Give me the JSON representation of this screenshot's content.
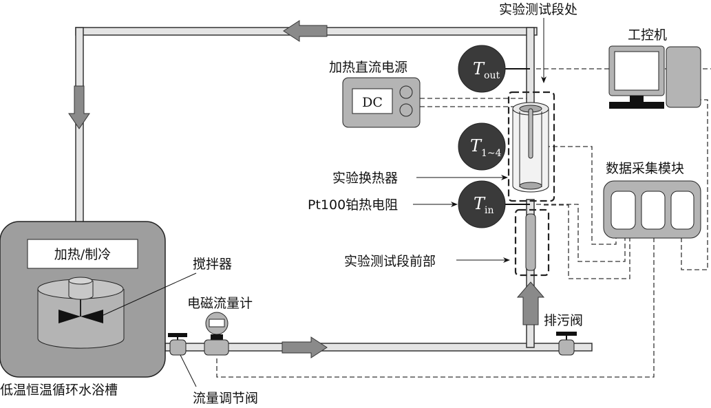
{
  "labels": {
    "test_section": "实验测试段处",
    "dc_power": "加热直流电源",
    "dc_screen": "DC",
    "computer": "工控机",
    "daq": "数据采集模块",
    "heat_exchanger": "实验换热器",
    "pt100": "Pt100铂热电阻",
    "pre_section": "实验测试段前部",
    "heat_cool": "加热/制冷",
    "stirrer": "搅拌器",
    "flowmeter": "电磁流量计",
    "drain_valve": "排污阀",
    "bath": "低温恒温循环水浴槽",
    "flow_valve": "流量调节阀"
  },
  "sensors": {
    "t_out": {
      "main": "T",
      "sub": "out"
    },
    "t_mid": {
      "main": "T",
      "sub": "1~4"
    },
    "t_in": {
      "main": "T",
      "sub": "in"
    }
  },
  "colors": {
    "sensor": "#3a3a3a",
    "device": "#b4b4b4",
    "pipe": "#e4e4e4",
    "arrow": "#8a8a8a"
  }
}
